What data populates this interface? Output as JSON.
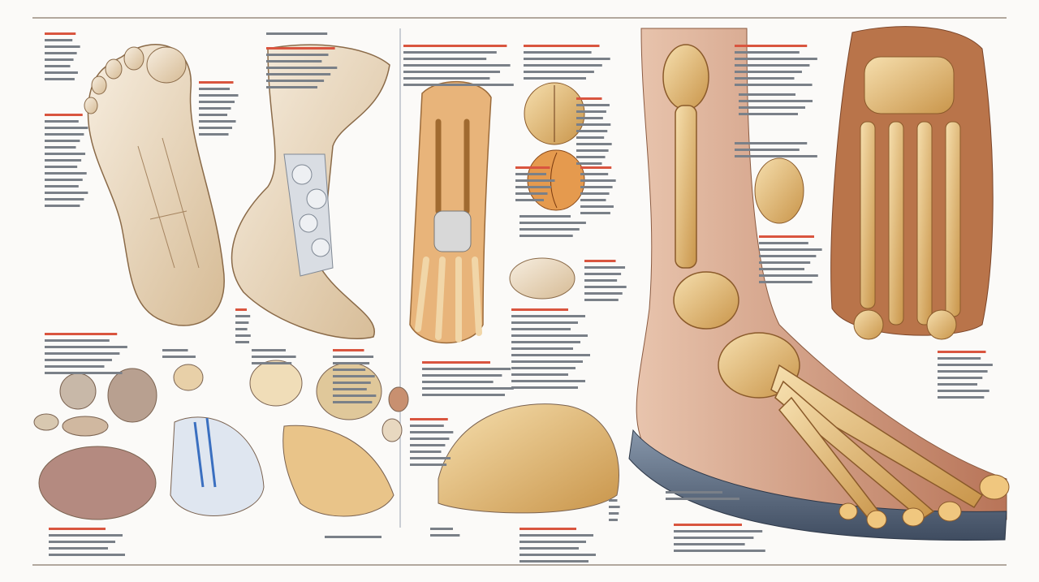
{
  "colors": {
    "background": "#fbfaf8",
    "bone": "#e9c98a",
    "bone_shadow": "#c9954a",
    "skin": "#c98f6f",
    "insole": "#5e6f86",
    "accent_rule": "#d9553f",
    "text_gray": "#7a8088"
  },
  "illustration": {
    "panels": [
      "foot-sole-view",
      "ankle-lateral-view",
      "foot-skeleton-dorsal",
      "sesamoid-ovals",
      "leg-foot-skeleton-lateral",
      "foot-skeleton-plantar",
      "tarsal-bone-samples"
    ]
  }
}
